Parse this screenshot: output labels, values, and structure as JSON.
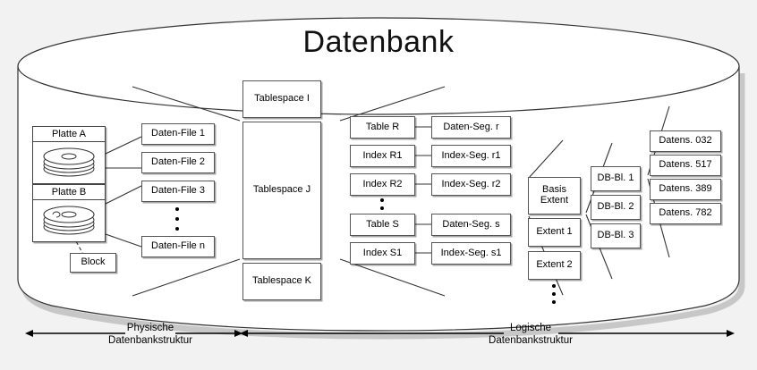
{
  "title": "Datenbank",
  "disks": [
    {
      "name": "Platte A",
      "icon": "disk-platter-icon"
    },
    {
      "name": "Platte B",
      "icon": "disk-platter-icon"
    }
  ],
  "block_box": "Block",
  "data_files": [
    "Daten-File 1",
    "Daten-File 2",
    "Daten-File 3",
    "Daten-File n"
  ],
  "tablespaces": [
    "Tablespace I",
    "Tablespace J",
    "Tablespace K"
  ],
  "objects": [
    "Table R",
    "Index R1",
    "Index R2",
    "Table S",
    "Index S1"
  ],
  "segments": [
    "Daten-Seg. r",
    "Index-Seg. r1",
    "Index-Seg. r2",
    "Daten-Seg. s",
    "Index-Seg. s1"
  ],
  "extents": [
    "Basis Extent",
    "Extent 1",
    "Extent 2"
  ],
  "extent_basis_line1": "Basis",
  "extent_basis_line2": "Extent",
  "db_blocks": [
    "DB-Bl. 1",
    "DB-Bl. 2",
    "DB-Bl. 3"
  ],
  "records": [
    "Datens. 032",
    "Datens. 517",
    "Datens. 389",
    "Datens. 782"
  ],
  "axes": [
    {
      "line1": "Physische",
      "line2": "Datenbankstruktur"
    },
    {
      "line1": "Logische",
      "line2": "Datenbankstruktur"
    }
  ],
  "colors": {
    "background": "#f2f2f2",
    "box_fill": "#ffffff",
    "box_stroke": "#555555",
    "line": "#333333",
    "text": "#000000"
  }
}
